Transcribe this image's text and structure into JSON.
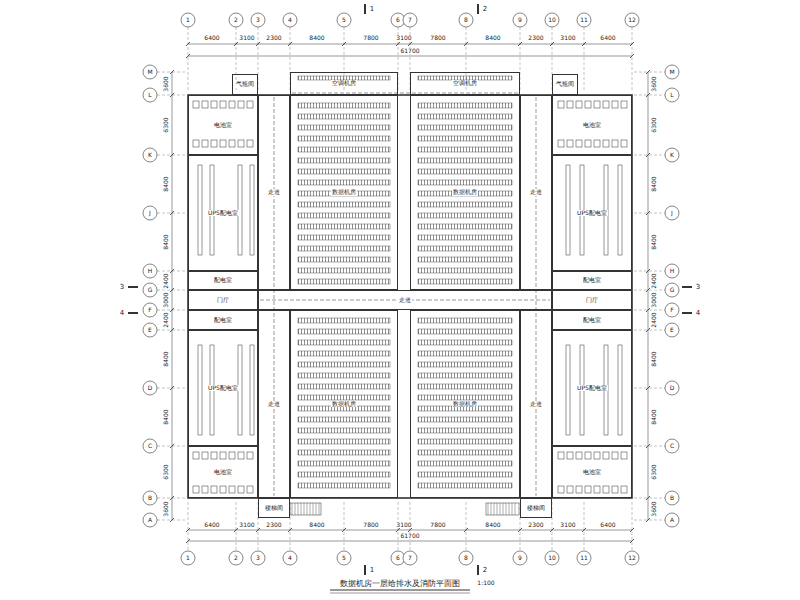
{
  "diagram": {
    "title": "数据机房一层给排水及消防平面图",
    "nodes": [
      {
        "text": [
          "气瓶间"
        ]
      },
      {
        "text": [
          "空调机房"
        ]
      },
      {
        "text": [
          "空调机房"
        ]
      },
      {
        "text": [
          "气瓶间"
        ]
      },
      {
        "text": [
          "电池室"
        ]
      },
      {
        "text": [
          "UPS配电室"
        ]
      },
      {
        "text": [
          "走道"
        ]
      },
      {
        "text": [
          "数据机房"
        ]
      },
      {
        "text": [
          "数据机房"
        ]
      },
      {
        "text": [
          "走道"
        ]
      },
      {
        "text": [
          "电池室"
        ]
      },
      {
        "text": [
          "UPS配电室"
        ]
      },
      {
        "text": [
          "配电室"
        ]
      },
      {
        "text": [
          "门厅"
        ]
      },
      {
        "text": [
          "走道"
        ]
      },
      {
        "text": [
          "门厅"
        ]
      },
      {
        "text": [
          "配电室"
        ]
      },
      {
        "text": [
          "配电室"
        ]
      },
      {
        "text": [
          "UPS配电室"
        ]
      },
      {
        "text": [
          "电池室"
        ]
      },
      {
        "text": [
          "走道"
        ]
      },
      {
        "text": [
          "数据机房"
        ]
      },
      {
        "text": [
          "数据机房"
        ]
      },
      {
        "text": [
          "走道"
        ]
      },
      {
        "text": [
          "配电室"
        ]
      },
      {
        "text": [
          "UPS配电室"
        ]
      },
      {
        "text": [
          "电池室"
        ]
      },
      {
        "text": [
          "楼梯间"
        ]
      },
      {
        "text": [
          "楼梯间"
        ]
      }
    ],
    "labels": [
      "6400",
      "3100",
      "2300",
      "8400",
      "7800",
      "3100",
      "7800",
      "8400",
      "2300",
      "3100",
      "6400",
      "61700",
      "6400",
      "3100",
      "2300",
      "8400",
      "7800",
      "3100",
      "7800",
      "8400",
      "2300",
      "3100",
      "6400",
      "61700",
      "3600",
      "6300",
      "8400",
      "8400",
      "2400",
      "3000",
      "2400",
      "8400",
      "8400",
      "6300",
      "3600",
      "3600",
      "6300",
      "8400",
      "8400",
      "2400",
      "3000",
      "2400",
      "8400",
      "8400",
      "6300",
      "3600",
      "1",
      "2",
      "3",
      "4",
      "5",
      "6",
      "7",
      "8",
      "9",
      "10",
      "11",
      "12",
      "1",
      "2",
      "3",
      "4",
      "5",
      "6",
      "7",
      "8",
      "9",
      "10",
      "11",
      "12",
      "M",
      "L",
      "K",
      "J",
      "H",
      "G",
      "F",
      "E",
      "D",
      "C",
      "B",
      "A",
      "M",
      "L",
      "K",
      "J",
      "H",
      "G",
      "F",
      "E",
      "D",
      "C",
      "B",
      "A",
      "1",
      "2",
      "1",
      "2",
      "3",
      "4",
      "3",
      "4",
      "1:100"
    ]
  }
}
